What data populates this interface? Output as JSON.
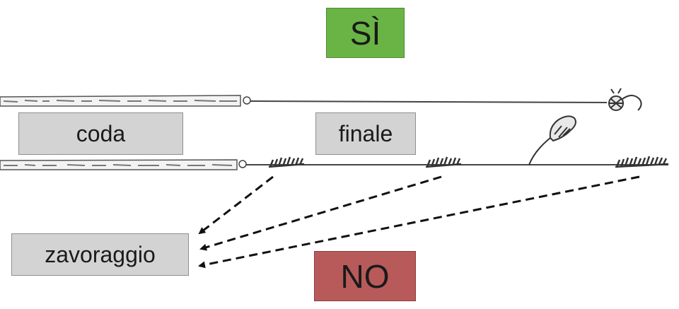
{
  "labels": {
    "yes": "SÌ",
    "no": "NO",
    "tail": "coda",
    "leader": "finale",
    "weighting": "zavoraggio"
  },
  "colors": {
    "yes_bg": "#6ab446",
    "no_bg": "#b85a5a",
    "label_bg": "#d3d3d3",
    "line": "#3a3a3a"
  },
  "icons": {
    "top_fly": "dry-fly-icon",
    "bottom_fly": "nymph-fly-icon",
    "weights": "split-shot-weight-icon",
    "arrows": "dashed-arrow-icon"
  }
}
